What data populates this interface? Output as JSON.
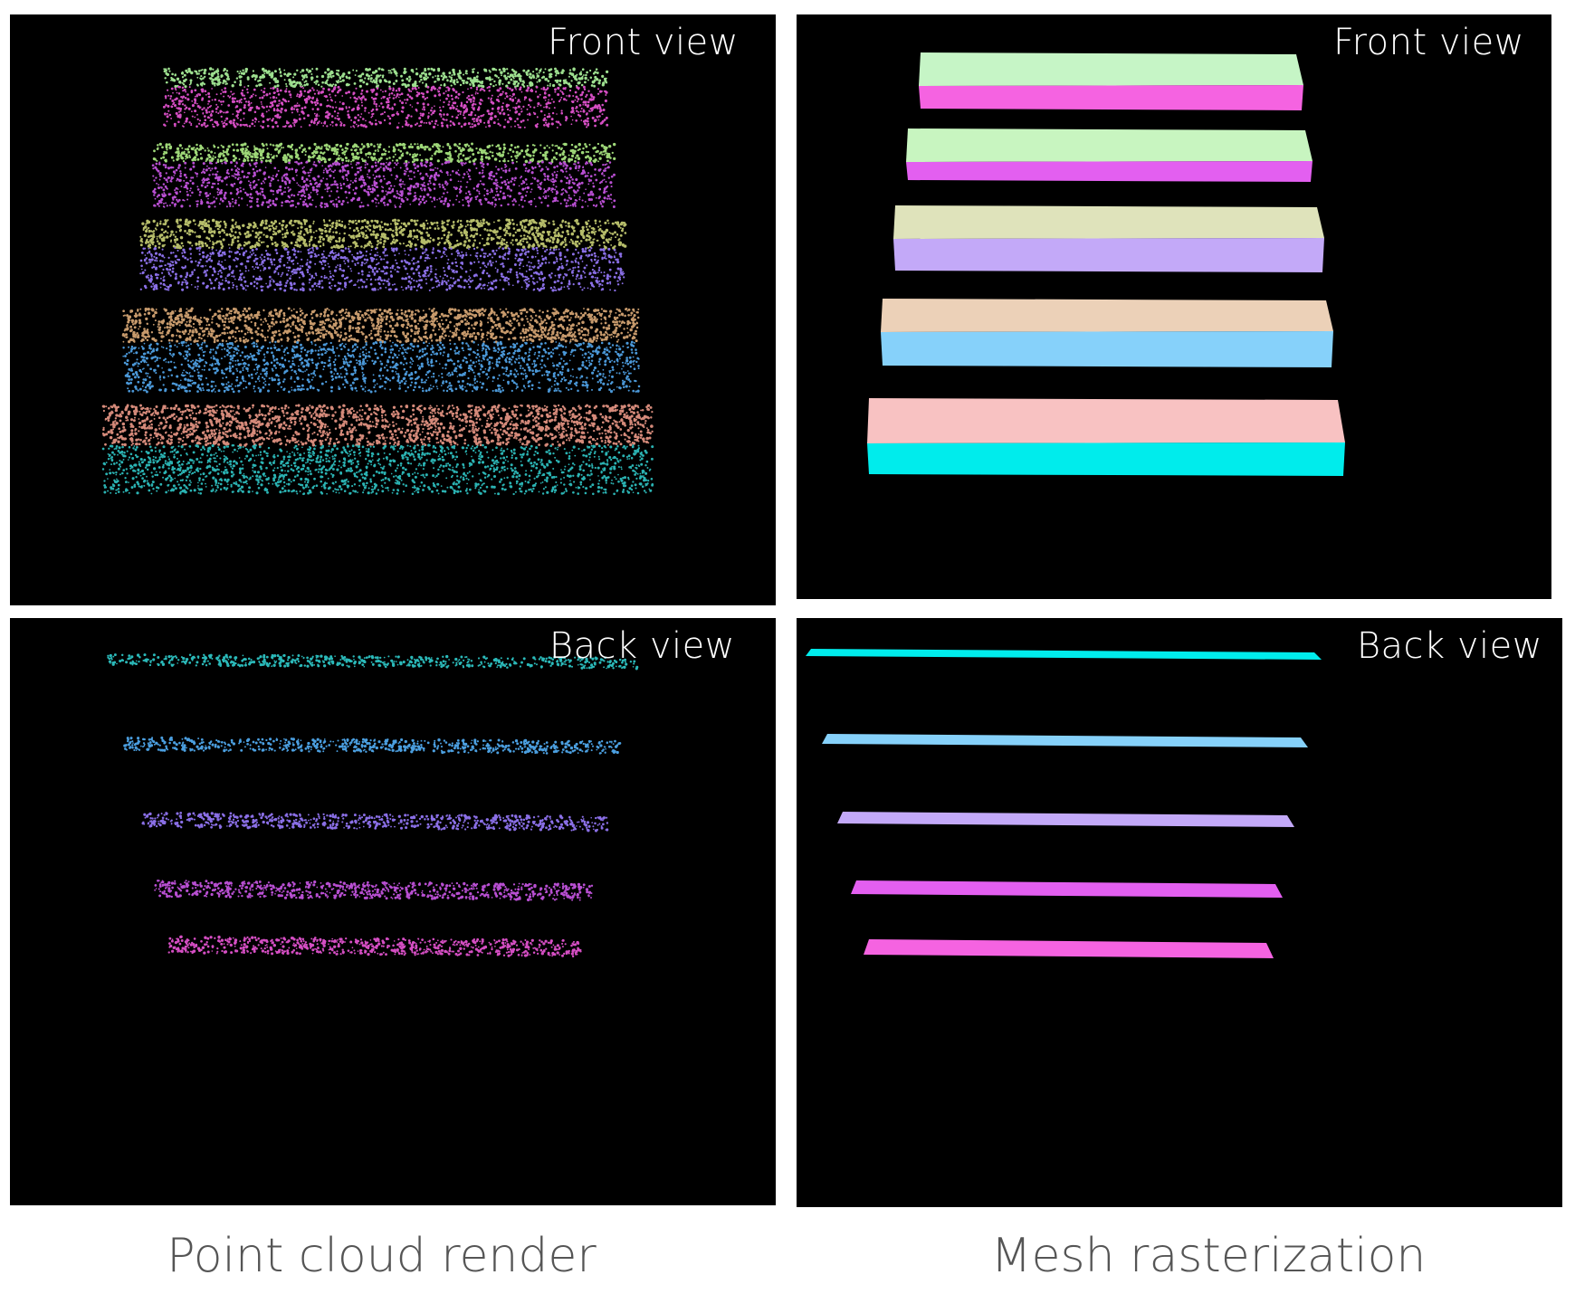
{
  "panels": {
    "pc_front": {
      "label": "Front view"
    },
    "mesh_front": {
      "label": "Front view"
    },
    "pc_back": {
      "label": "Back view"
    },
    "mesh_back": {
      "label": "Back view"
    }
  },
  "captions": {
    "left": "Point cloud render",
    "right": "Mesh rasterization"
  },
  "colors": {
    "background": "#000000",
    "bars_top": [
      "#c6f5c6",
      "#c8f5c0",
      "#dfe3bb",
      "#ecd1b8",
      "#f8c2c2"
    ],
    "bars_front": [
      "#f563e1",
      "#e35ff0",
      "#c3a9f8",
      "#86d1fa",
      "#00ecec"
    ],
    "pc_top": [
      "#9ddf8f",
      "#9ed778",
      "#b6bd6a",
      "#c79a6c",
      "#d58a7a"
    ],
    "pc_front": [
      "#d54ec3",
      "#b84fd2",
      "#8a6fe6",
      "#4b98d8",
      "#2bb3b3"
    ],
    "back_strips": [
      "#00ecec",
      "#86d1fa",
      "#c3a9f8",
      "#e35ff0",
      "#f563e1"
    ],
    "pc_back": [
      "#2bb9b9",
      "#4b9fe0",
      "#8a6fe6",
      "#b84fd2",
      "#d54ec3"
    ]
  }
}
